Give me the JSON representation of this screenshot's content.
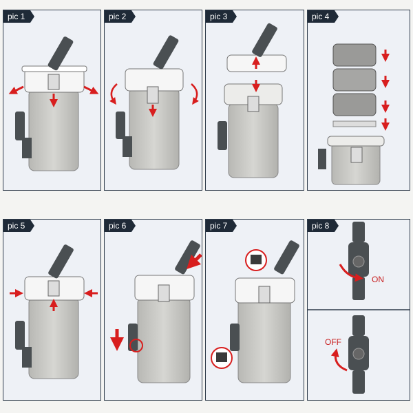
{
  "panels": [
    {
      "label": "pic 1"
    },
    {
      "label": "pic 2"
    },
    {
      "label": "pic 3"
    },
    {
      "label": "pic 4"
    },
    {
      "label": "pic 5"
    },
    {
      "label": "pic 6"
    },
    {
      "label": "pic 7"
    },
    {
      "label": "pic 8"
    }
  ],
  "valve": {
    "on_label": "ON",
    "off_label": "OFF"
  },
  "colors": {
    "arrow": "#d81e1e",
    "frame": "#2e3b4a",
    "body": "#c9c9c5",
    "lid": "#f6f6f6",
    "dark": "#4a4f52"
  }
}
